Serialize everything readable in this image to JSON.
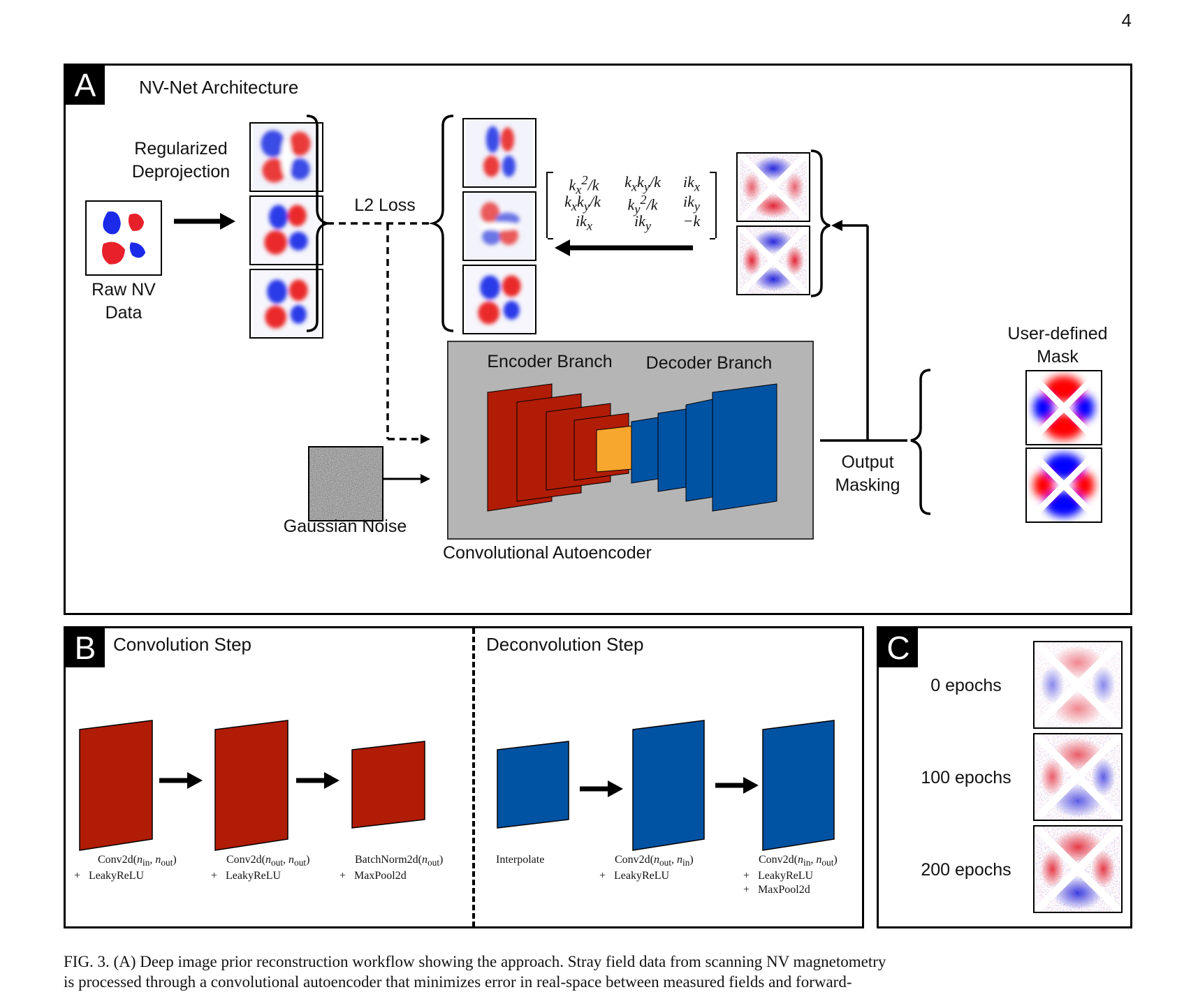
{
  "page_number": "4",
  "panel_a": {
    "letter": "A",
    "title": "NV-Net Architecture",
    "regularized_deprojection": "Regularized Deprojection",
    "raw_nv_data": "Raw NV Data",
    "l2_loss": "L2 Loss",
    "user_defined_mask": "User-defined Mask",
    "encoder_branch": "Encoder Branch",
    "decoder_branch": "Decoder Branch",
    "gaussian_noise": "Gaussian Noise",
    "convolutional_autoencoder": "Convolutional Autoencoder",
    "output_masking": "Output Masking",
    "matrix": [
      [
        "k_x^2/k",
        "k_x k_y/k",
        "ik_x"
      ],
      [
        "k_x k_y/k",
        "k_y^2/k",
        "ik_y"
      ],
      [
        "ik_x",
        "ik_y",
        "−k"
      ]
    ]
  },
  "panel_b": {
    "letter": "B",
    "conv_title": "Convolution Step",
    "deconv_title": "Deconvolution Step",
    "conv_labels": [
      [
        "Conv2d(n_in, n_out)",
        "+ LeakyReLU"
      ],
      [
        "Conv2d(n_out, n_out)",
        "+ LeakyReLU"
      ],
      [
        "BatchNorm2d(n_out)",
        "+ MaxPool2d"
      ]
    ],
    "deconv_labels": [
      [
        "Interpolate"
      ],
      [
        "Conv2d(n_out, n_in)",
        "+ LeakyReLU"
      ],
      [
        "Conv2d(n_in, n_out)",
        "+ LeakyReLU",
        "+ MaxPool2d"
      ]
    ]
  },
  "panel_c": {
    "letter": "C",
    "epochs": [
      "0 epochs",
      "100 epochs",
      "200 epochs"
    ]
  },
  "caption": {
    "line1": "FIG. 3. (A) Deep image prior reconstruction workflow showing the approach. Stray field data from scanning NV magnetometry",
    "line2": "is processed through a convolutional autoencoder that minimizes error in real-space between measured fields and forward-"
  },
  "colors": {
    "red": "#b01c05",
    "blue": "#0052a3",
    "orange": "#f7a62e",
    "gray": "#b5b5b5"
  }
}
